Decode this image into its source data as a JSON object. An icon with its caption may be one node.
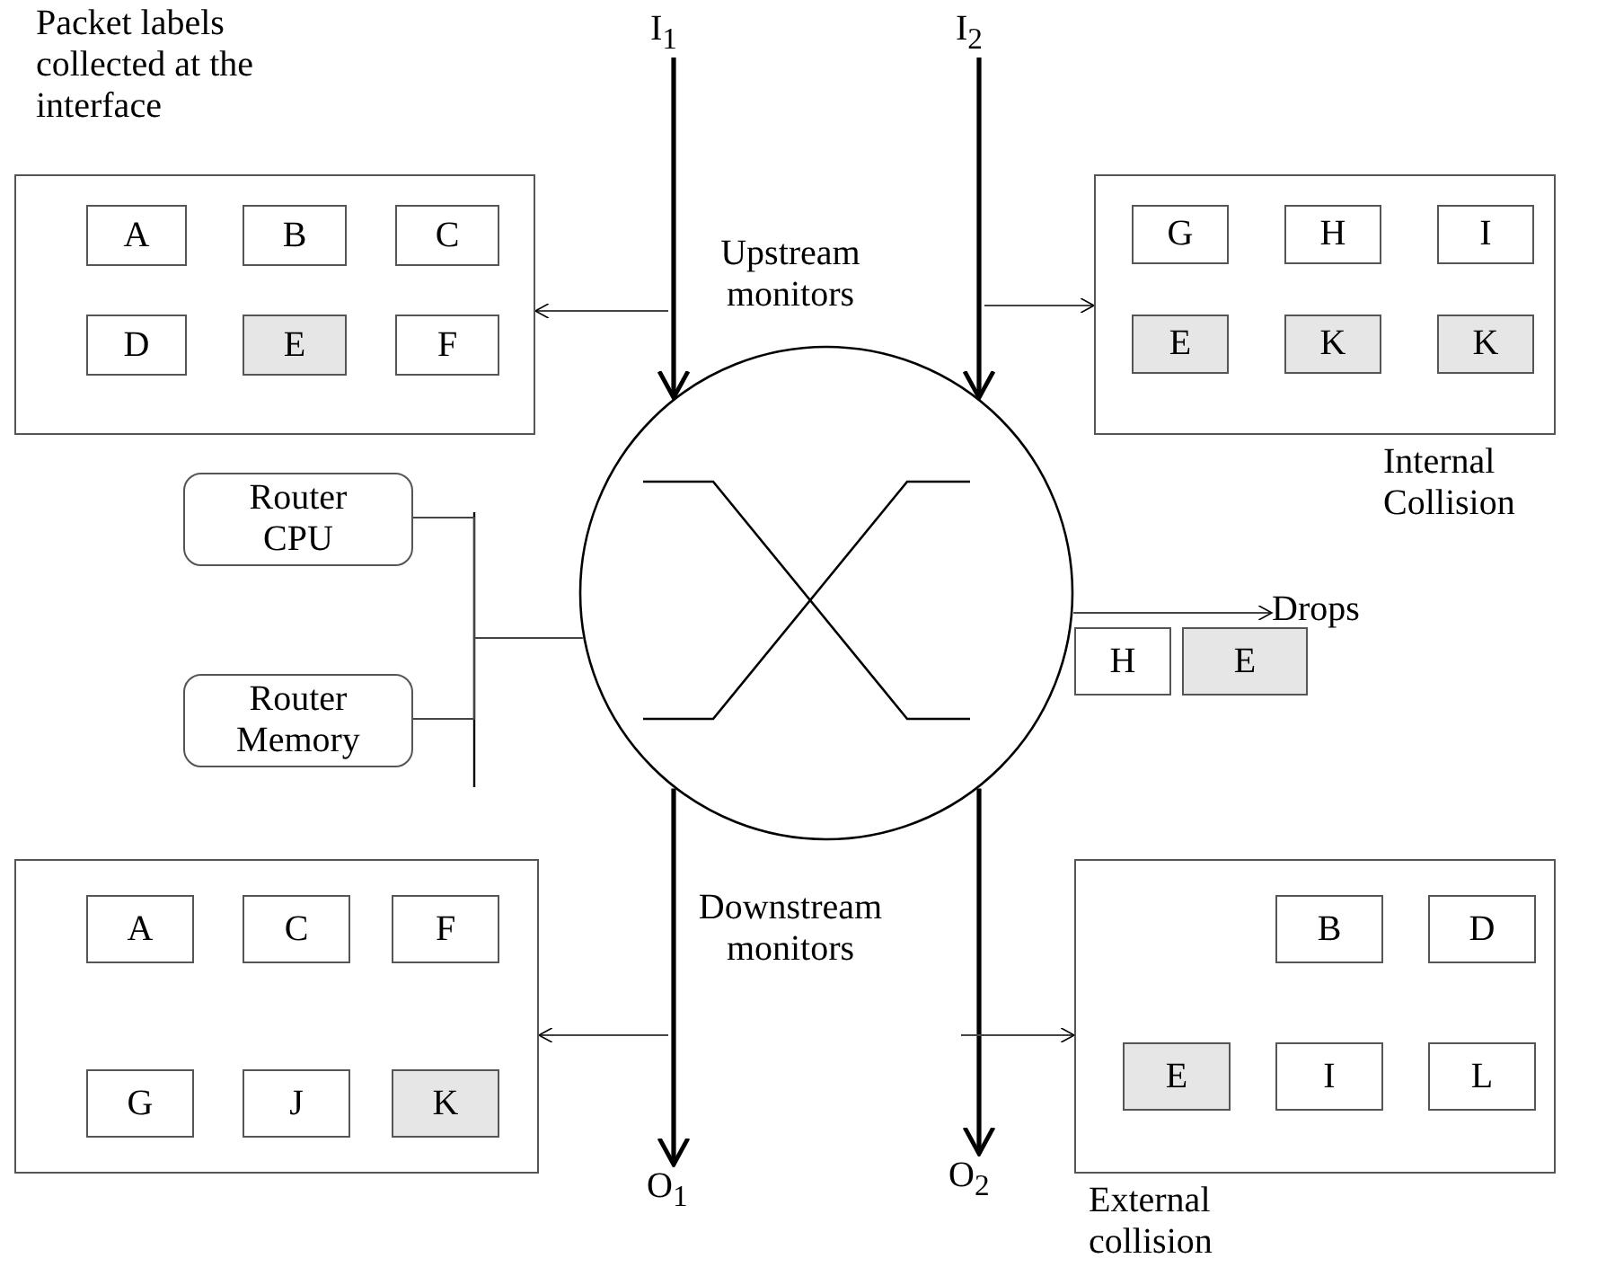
{
  "diagram": {
    "nodes": [
      {
        "text": [
          "I$_{1}$"
        ]
      },
      {
        "text": [
          "I$_{2}$"
        ]
      },
      {
        "text": [
          "Packet labels collected at the interface"
        ]
      },
      {
        "text": [
          "A"
        ],
        "in": 2
      },
      {
        "text": [
          "B"
        ],
        "in": 2
      },
      {
        "text": [
          "C"
        ],
        "in": 2
      },
      {
        "text": [
          "D"
        ],
        "in": 2
      },
      {
        "text": [
          "E"
        ],
        "in": 2
      },
      {
        "text": [
          "F"
        ],
        "in": 2
      },
      {
        "text": [
          "Internal Collision"
        ]
      },
      {
        "text": [
          "G"
        ],
        "in": 9
      },
      {
        "text": [
          "H"
        ],
        "in": 9
      },
      {
        "text": [
          "I"
        ],
        "in": 9
      },
      {
        "text": [
          "E"
        ],
        "in": 9
      },
      {
        "text": [
          "K"
        ],
        "in": 9
      },
      {
        "text": [
          "K"
        ],
        "in": 9
      },
      {
        "text": [
          "Router CPU"
        ]
      },
      {
        "text": [
          "Router Memory"
        ]
      },
      {
        "text": [],
        "shape": "circle"
      },
      {
        "text": [
          "Drops"
        ]
      },
      {
        "text": [
          "H"
        ]
      },
      {
        "text": [
          "E"
        ]
      },
      {
        "text": [],
        "shape": "box"
      },
      {
        "text": [
          "A"
        ],
        "in": 22
      },
      {
        "text": [
          "C"
        ],
        "in": 22
      },
      {
        "text": [
          "F"
        ],
        "in": 22
      },
      {
        "text": [
          "G"
        ],
        "in": 22
      },
      {
        "text": [
          "J"
        ],
        "in": 22
      },
      {
        "text": [
          "K"
        ],
        "in": 22
      },
      {
        "text": [
          "External collision"
        ]
      },
      {
        "text": [
          "B"
        ],
        "in": 29
      },
      {
        "text": [
          "D"
        ],
        "in": 29
      },
      {
        "text": [
          "E"
        ],
        "in": 29
      },
      {
        "text": [
          "I"
        ],
        "in": 29
      },
      {
        "text": [
          "L"
        ],
        "in": 29
      },
      {
        "text": [
          "O$_{1}$"
        ]
      },
      {
        "text": [
          "O$_{2}$"
        ]
      }
    ],
    "edges": [
      {
        "from": 0,
        "to": 18,
        "arrow": "to",
        "style": "thick"
      },
      {
        "from": 1,
        "to": 18,
        "arrow": "to",
        "style": "thick"
      },
      {
        "from": null,
        "to": 2,
        "arrow": "to"
      },
      {
        "from": null,
        "to": 9,
        "arrow": "to"
      },
      {
        "from": 16,
        "to": 18,
        "arrow": "none"
      },
      {
        "from": 17,
        "to": 18,
        "arrow": "none"
      },
      {
        "from": 18,
        "to": 19,
        "arrow": "to"
      },
      {
        "from": 18,
        "to": 35,
        "arrow": "to",
        "style": "thick"
      },
      {
        "from": 18,
        "to": 36,
        "arrow": "to",
        "style": "thick"
      },
      {
        "from": null,
        "to": 22,
        "arrow": "to"
      },
      {
        "from": null,
        "to": 29,
        "arrow": "to"
      }
    ],
    "labels": [
      "Upstream monitors",
      "Downstream monitors"
    ]
  }
}
